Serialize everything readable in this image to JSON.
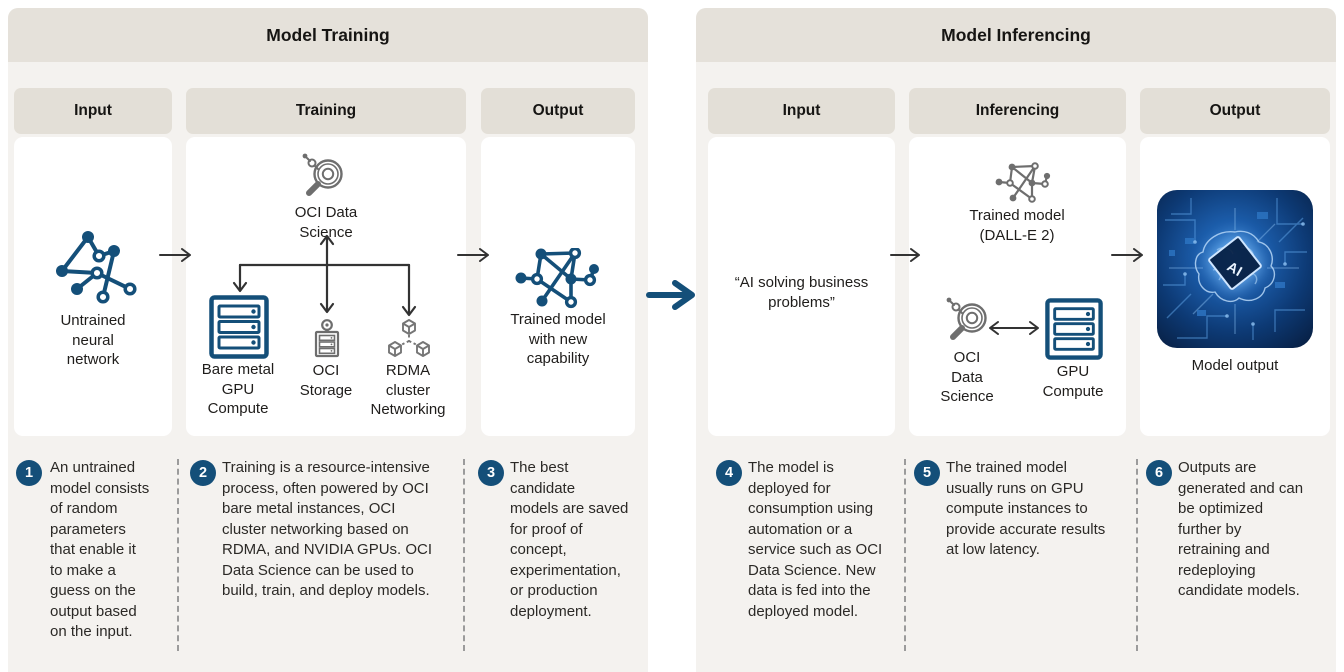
{
  "colors": {
    "navy": "#144F79",
    "arrow_dark": "#333333",
    "section_header_bg": "#E5E1DA",
    "column_header_bg": "#E3DFD7",
    "panel_bg": "#F4F2EF",
    "card_bg": "#FFFFFF",
    "icon_gray": "#6E6E6E",
    "text": "#1F1D1B"
  },
  "model_training": {
    "title": "Model Training",
    "input": {
      "header": "Input",
      "label": "Untrained\nneural\nnetwork"
    },
    "training": {
      "header": "Training",
      "data_science_label": "OCI Data\nScience",
      "bare_metal_label": "Bare metal\nGPU\nCompute",
      "storage_label": "OCI\nStorage",
      "rdma_label": "RDMA\ncluster\nNetworking"
    },
    "output": {
      "header": "Output",
      "label": "Trained model\nwith new\ncapability"
    }
  },
  "model_inferencing": {
    "title": "Model Inferencing",
    "input": {
      "header": "Input",
      "quote": "“AI solving business\nproblems”"
    },
    "inferencing": {
      "header": "Inferencing",
      "trained_model_label": "Trained model\n(DALL-E 2)",
      "data_science_label": "OCI\nData\nScience",
      "gpu_label": "GPU\nCompute"
    },
    "output": {
      "header": "Output",
      "label": "Model output",
      "chip_text": "AI"
    }
  },
  "annotations": [
    {
      "number": "1",
      "text": "An untrained\nmodel consists\nof random\nparameters\nthat enable it\nto make a\nguess on the\noutput based\non the input."
    },
    {
      "number": "2",
      "text": "Training is a resource-intensive\nprocess, often powered by OCI\nbare metal instances, OCI\ncluster networking based on\nRDMA, and NVIDIA GPUs. OCI\nData Science can be used to\nbuild, train, and deploy models."
    },
    {
      "number": "3",
      "text": "The best\ncandidate\nmodels are saved\nfor proof of\nconcept,\nexperimentation,\nor production\ndeployment."
    },
    {
      "number": "4",
      "text": "The model is\ndeployed for\nconsumption using\nautomation or a\nservice such as OCI\nData Science. New\ndata is fed into the\ndeployed model."
    },
    {
      "number": "5",
      "text": "The trained model\nusually runs on GPU\ncompute instances to\nprovide accurate results\nat low latency."
    },
    {
      "number": "6",
      "text": "Outputs are\ngenerated and can\nbe optimized\nfurther by\nretraining and\nredeploying\ncandidate models."
    }
  ]
}
